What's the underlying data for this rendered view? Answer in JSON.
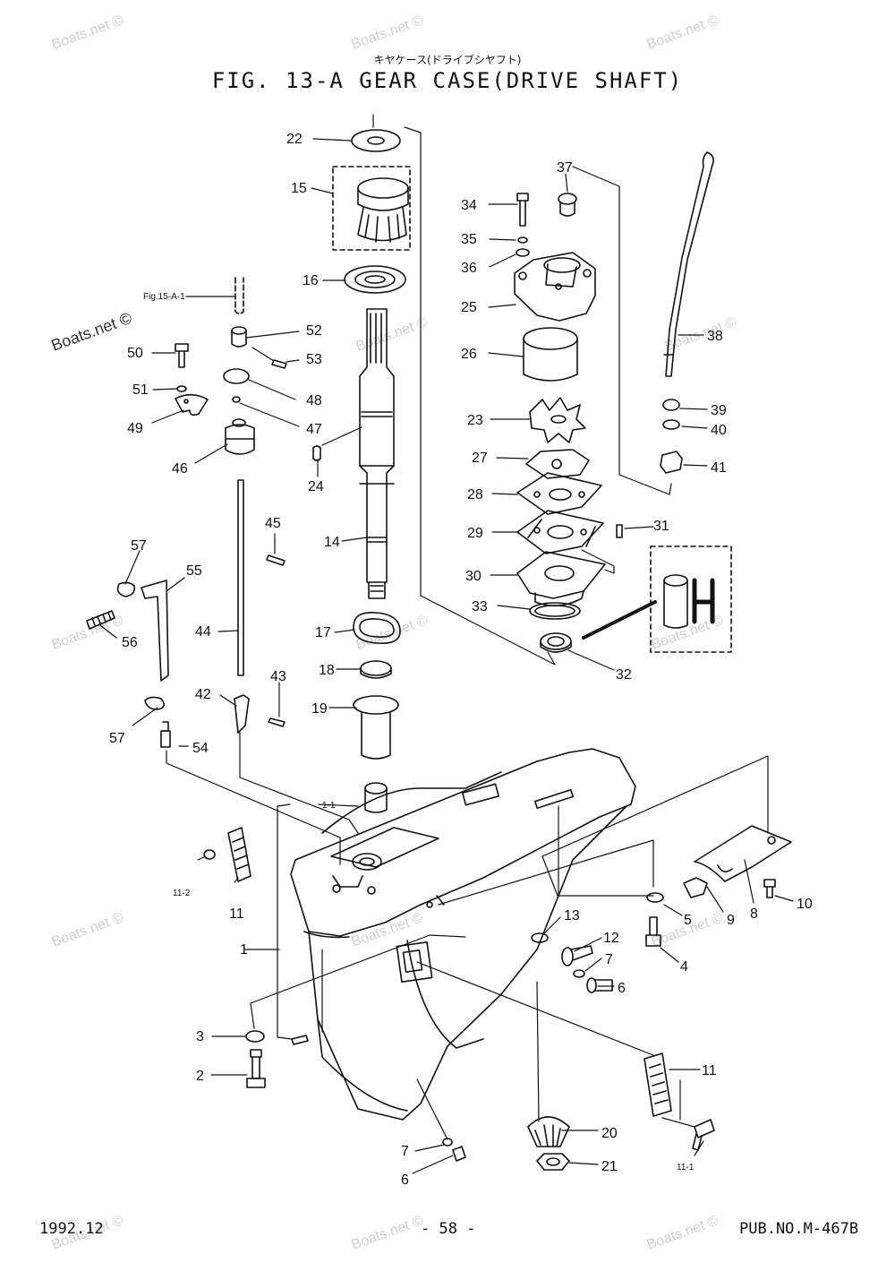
{
  "header": {
    "japanese": "キヤケース(ドライブシヤフト)",
    "title": "FIG. 13-A GEAR CASE(DRIVE SHAFT)"
  },
  "footer": {
    "date": "1992.12",
    "page": "- 58 -",
    "pub": "PUB.NO.M-467B"
  },
  "watermark": "Boats.net ©",
  "diagram_colors": {
    "ink": "#111111",
    "watermark": "#cfcfcf"
  },
  "callouts": {
    "c22": "22",
    "c15": "15",
    "c16": "16",
    "fig15": "Fig.15-A-1",
    "c52": "52",
    "c53": "53",
    "c50": "50",
    "c51": "51",
    "c48": "48",
    "c47": "47",
    "c49": "49",
    "c46": "46",
    "c24": "24",
    "c45": "45",
    "c14": "14",
    "c57a": "57",
    "c55": "55",
    "c56": "56",
    "c44": "44",
    "c17": "17",
    "c18": "18",
    "c43": "43",
    "c42": "42",
    "c19": "19",
    "c57b": "57",
    "c54": "54",
    "c11_1a": "1-1",
    "c11_2": "11-2",
    "c11a": "11",
    "c1": "1",
    "c3": "3",
    "c2": "2",
    "c7a": "7",
    "c6a": "6",
    "c37": "37",
    "c34": "34",
    "c35": "35",
    "c36": "36",
    "c25": "25",
    "c26": "26",
    "c38": "38",
    "c23": "23",
    "c39": "39",
    "c40": "40",
    "c27": "27",
    "c41": "41",
    "c28": "28",
    "c29": "29",
    "c31": "31",
    "c30": "30",
    "c33": "33",
    "c32": "32",
    "c13": "13",
    "c12": "12",
    "c7b": "7",
    "c6b": "6",
    "c5": "5",
    "c4": "4",
    "c9": "9",
    "c8": "8",
    "c10": "10",
    "c11b": "11",
    "c20": "20",
    "c21": "21",
    "c11_1b": "11-1"
  }
}
